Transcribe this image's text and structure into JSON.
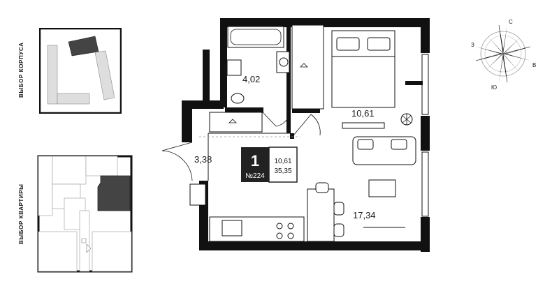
{
  "selectors": {
    "building_label": "ВЫБОР КОРПУСА",
    "apartment_label": "ВЫБОР КВАРТИРЫ"
  },
  "apartment": {
    "rooms_count": "1",
    "number": "№224",
    "living_area": "10,61",
    "total_area": "35,35"
  },
  "rooms": {
    "bathroom": "4,02",
    "bedroom": "10,61",
    "hallway": "3,38",
    "kitchen_living": "17,34"
  },
  "compass": {
    "north": "С",
    "east": "В",
    "south": "Ю",
    "west": "З"
  },
  "colors": {
    "wall": "#111111",
    "highlight": "#444444",
    "mini_fill": "#dedede",
    "accent_badge": "#222222"
  }
}
